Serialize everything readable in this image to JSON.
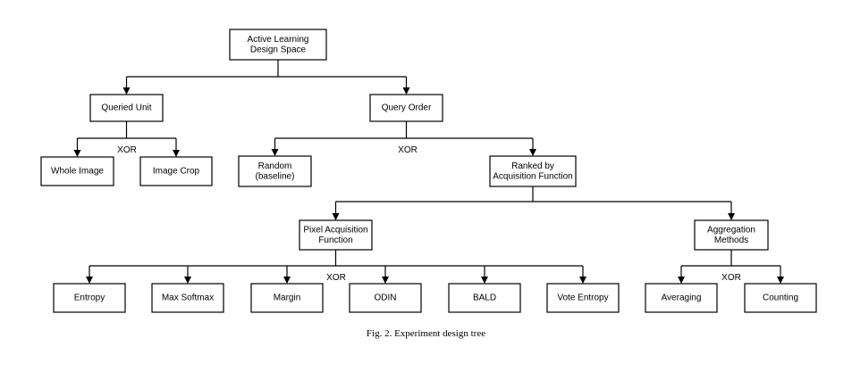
{
  "caption": "Fig. 2.   Experiment design tree",
  "nodes": {
    "root": [
      "Active Learning",
      "Design Space"
    ],
    "queried_unit": [
      "Queried Unit"
    ],
    "query_order": [
      "Query Order"
    ],
    "whole_image": [
      "Whole Image"
    ],
    "image_crop": [
      "Image Crop"
    ],
    "random": [
      "Random",
      "(baseline)"
    ],
    "ranked": [
      "Ranked by",
      "Acquisition Function"
    ],
    "pixel_acq": [
      "Pixel Acquisition",
      "Function"
    ],
    "aggregation": [
      "Aggregation",
      "Methods"
    ],
    "entropy": [
      "Entropy"
    ],
    "max_softmax": [
      "Max Softmax"
    ],
    "margin": [
      "Margin"
    ],
    "odin": [
      "ODIN"
    ],
    "bald": [
      "BALD"
    ],
    "vote_entropy": [
      "Vote Entropy"
    ],
    "averaging": [
      "Averaging"
    ],
    "counting": [
      "Counting"
    ]
  },
  "xor_label": "XOR",
  "xor_groups": [
    "queried_unit",
    "query_order",
    "pixel_acq",
    "aggregation"
  ],
  "edges": [
    [
      "root",
      "queried_unit"
    ],
    [
      "root",
      "query_order"
    ],
    [
      "queried_unit",
      "whole_image"
    ],
    [
      "queried_unit",
      "image_crop"
    ],
    [
      "query_order",
      "random"
    ],
    [
      "query_order",
      "ranked"
    ],
    [
      "ranked",
      "pixel_acq"
    ],
    [
      "ranked",
      "aggregation"
    ],
    [
      "pixel_acq",
      "entropy"
    ],
    [
      "pixel_acq",
      "max_softmax"
    ],
    [
      "pixel_acq",
      "margin"
    ],
    [
      "pixel_acq",
      "odin"
    ],
    [
      "pixel_acq",
      "bald"
    ],
    [
      "pixel_acq",
      "vote_entropy"
    ],
    [
      "aggregation",
      "averaging"
    ],
    [
      "aggregation",
      "counting"
    ]
  ]
}
